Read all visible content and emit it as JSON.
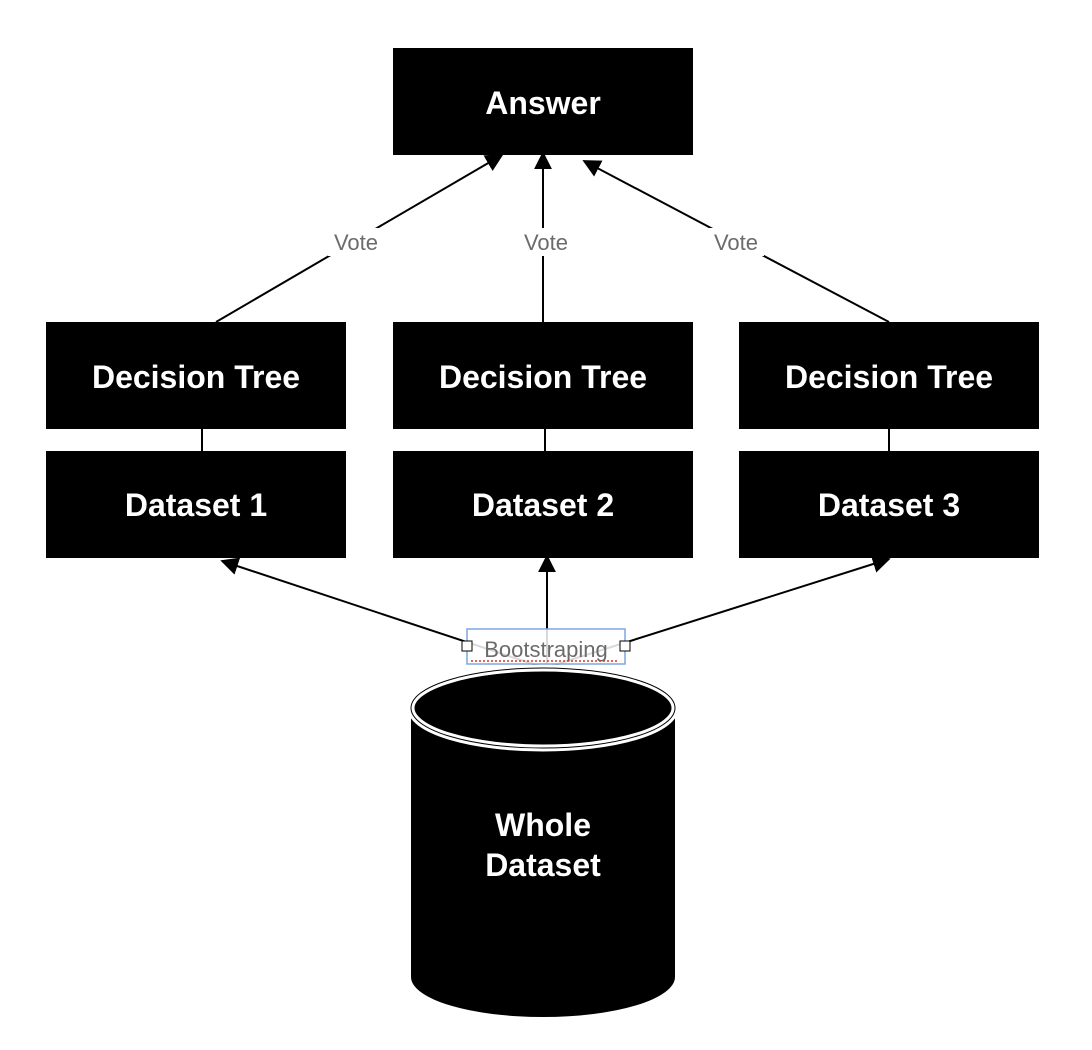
{
  "nodes": {
    "answer": "Answer",
    "trees": [
      "Decision Tree",
      "Decision Tree",
      "Decision Tree"
    ],
    "datasets": [
      "Dataset 1",
      "Dataset 2",
      "Dataset 3"
    ],
    "whole_dataset": [
      "Whole",
      "Dataset"
    ]
  },
  "edge_labels": {
    "votes": [
      "Vote",
      "Vote",
      "Vote"
    ],
    "bootstrap": "Bootstraping"
  },
  "colors": {
    "node_fill": "#000000",
    "node_text": "#ffffff",
    "edge": "#000000",
    "edge_label": "#6b6b6b",
    "selection": "#7ea6e0",
    "spellcheck": "#e0302a"
  }
}
